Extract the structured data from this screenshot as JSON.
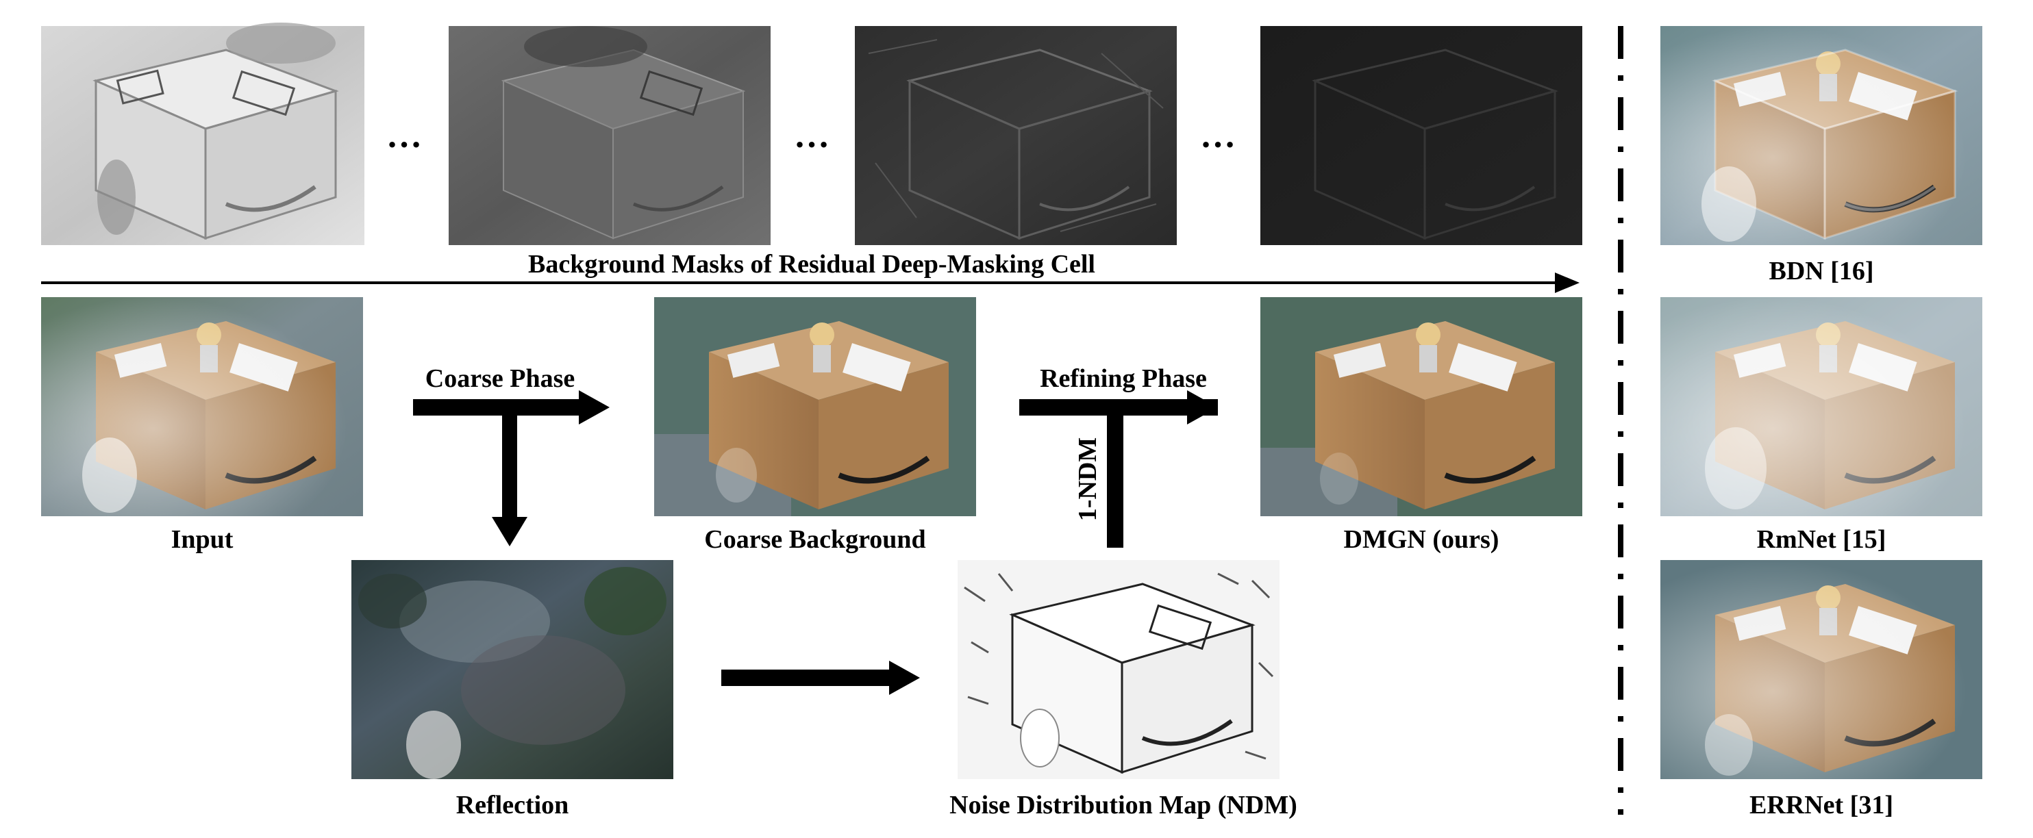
{
  "top_row": {
    "caption": "Background Masks of Residual Deep-Masking Cell",
    "ellipsis": "…"
  },
  "middle_row": {
    "input_label": "Input",
    "coarse_phase_label": "Coarse Phase",
    "coarse_background_label": "Coarse Background",
    "refining_phase_label": "Refining Phase",
    "one_minus_ndm_label": "1-NDM",
    "dmgn_label": "DMGN (ours)"
  },
  "bottom_row": {
    "reflection_label": "Reflection",
    "ndm_label": "Noise Distribution Map (NDM)"
  },
  "comparisons": {
    "bdn_label": "BDN [16]",
    "rmnet_label": "RmNet [15]",
    "errnet_label": "ERRNet [31]"
  }
}
